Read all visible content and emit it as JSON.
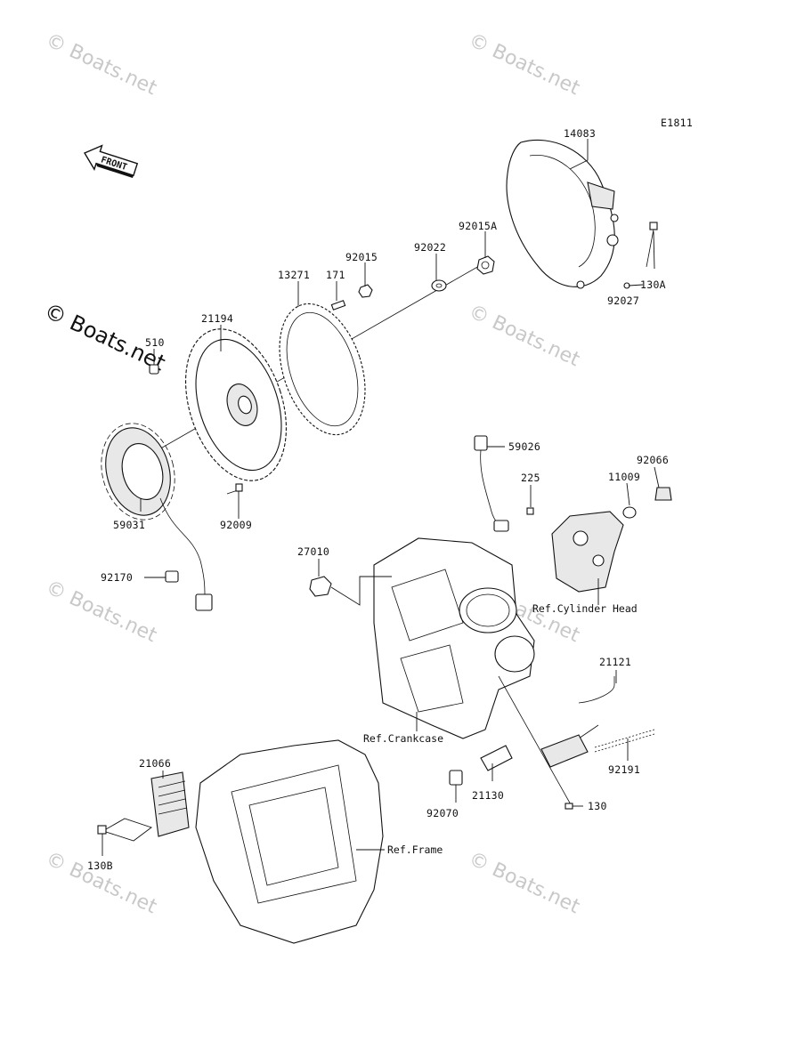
{
  "diagram_code": "E1811",
  "front_arrow_text": "FRONT",
  "watermark_text": "© Boats.net",
  "parts": {
    "p14083": "14083",
    "p92015A": "92015A",
    "p92022": "92022",
    "p92015": "92015",
    "p171": "171",
    "p13271": "13271",
    "p21194": "21194",
    "p510": "510",
    "p92027": "92027",
    "p130A": "130A",
    "p59026": "59026",
    "p225": "225",
    "p92066": "92066",
    "p11009": "11009",
    "p59031": "59031",
    "p92009": "92009",
    "p27010": "27010",
    "p92170": "92170",
    "p21121": "21121",
    "p21066": "21066",
    "p92191": "92191",
    "p21130": "21130",
    "p92070": "92070",
    "p130": "130",
    "p130B": "130B"
  },
  "refs": {
    "cylinder_head": "Ref.Cylinder Head",
    "crankcase": "Ref.Crankcase",
    "frame": "Ref.Frame"
  }
}
